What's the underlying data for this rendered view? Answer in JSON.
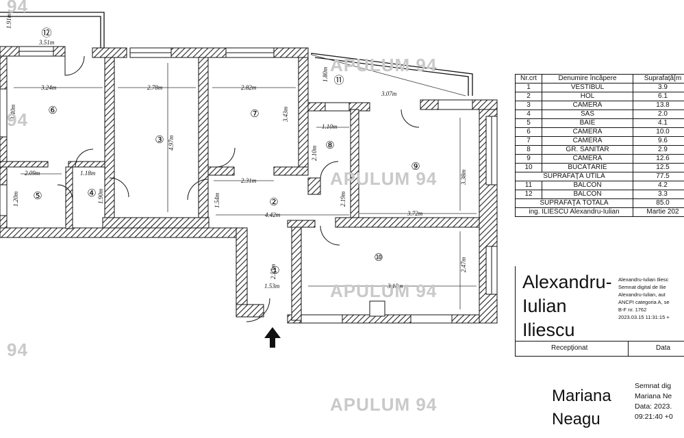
{
  "watermark": "APULUM 94",
  "watermark_partial": "94",
  "rooms": [
    {
      "id": "1",
      "label": "①"
    },
    {
      "id": "2",
      "label": "②"
    },
    {
      "id": "3",
      "label": "③"
    },
    {
      "id": "4",
      "label": "④"
    },
    {
      "id": "5",
      "label": "⑤"
    },
    {
      "id": "6",
      "label": "⑥"
    },
    {
      "id": "7",
      "label": "⑦"
    },
    {
      "id": "8",
      "label": "⑧"
    },
    {
      "id": "9",
      "label": "⑨"
    },
    {
      "id": "10",
      "label": "⑩"
    },
    {
      "id": "11",
      "label": "⑪"
    },
    {
      "id": "12",
      "label": "⑫"
    }
  ],
  "dimensions": [
    "3.51m",
    "1.91m",
    "3.24m",
    "3.40m",
    "2.78m",
    "4.97m",
    "2.82m",
    "3.43m",
    "1.80m",
    "3.07m",
    "1.10m",
    "2.10m",
    "1.18m",
    "2.09m",
    "1.20m",
    "1.90m",
    "2.31m",
    "1.54m",
    "4.42m",
    "2.19m",
    "3.38m",
    "3.72m",
    "2.53m",
    "1.53m",
    "3.18m",
    "2.47m"
  ],
  "legend": {
    "headers": [
      "Nr.crt",
      "Denumire încăpere",
      "Suprafaţă[m"
    ],
    "rows": [
      [
        "1",
        "VESTIBUL",
        "3.9"
      ],
      [
        "2",
        "HOL",
        "6.1"
      ],
      [
        "3",
        "CAMERĂ",
        "13.8"
      ],
      [
        "4",
        "SAS",
        "2.0"
      ],
      [
        "5",
        "BAIE",
        "4.1"
      ],
      [
        "6",
        "CAMERĂ",
        "10.0"
      ],
      [
        "7",
        "CAMERĂ",
        "9.6"
      ],
      [
        "8",
        "GR. SANITAR",
        "2.9"
      ],
      [
        "9",
        "CAMERĂ",
        "12.6"
      ],
      [
        "10",
        "BUCĂTĂRIE",
        "12.5"
      ]
    ],
    "util_label": "SUPRAFAŢĂ UTILĂ",
    "util_value": "77.5",
    "balcony_rows": [
      [
        "11",
        "BALCON",
        "4.2"
      ],
      [
        "12",
        "BALCON",
        "3.3"
      ]
    ],
    "total_label": "SUPRAFAŢĂ TOTALĂ",
    "total_value": "85.0",
    "engineer": "ing. ILIESCU Alexandru-Iulian",
    "date": "Martie 202"
  },
  "signature1": {
    "name": "Alexandru-\nIulian\nIliescu",
    "details": "Alexandru-Iulian Iliesc\nSemnat digital de Ilie\nAlexandru-Iulian, aut\nANCPI categoria A, se\nB-F nr. 1762\n2023.03.15 11:31:15 +"
  },
  "footer": {
    "received": "Recepţionat",
    "date": "Data"
  },
  "signature2": {
    "name": "Mariana\nNeagu",
    "details": "Semnat dig\nMariana Ne\nData: 2023.\n09:21:40 +0"
  }
}
